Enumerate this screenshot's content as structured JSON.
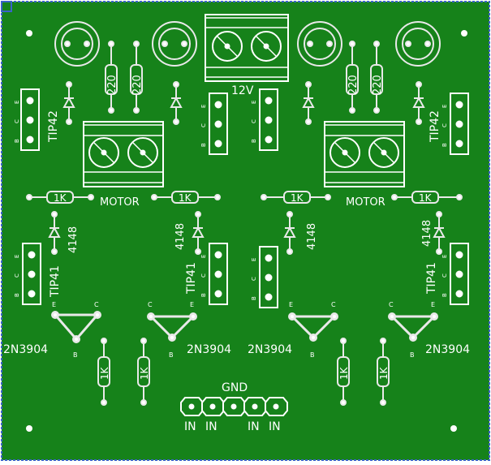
{
  "colors": {
    "board": "#16821a",
    "silk": "#ffffff",
    "copper": "#e9e9e9",
    "frame": "#3b63c9",
    "dots": "#ffffff"
  },
  "labels": {
    "supply": "12V",
    "motor": "MOTOR",
    "gnd": "GND",
    "in": "IN",
    "r220": "220",
    "r1k": "1K",
    "diode": "4148",
    "tip42": "TIP42",
    "tip41": "TIP41",
    "npn": "2N3904",
    "pin_e": "E",
    "pin_c": "C",
    "pin_b": "B"
  }
}
